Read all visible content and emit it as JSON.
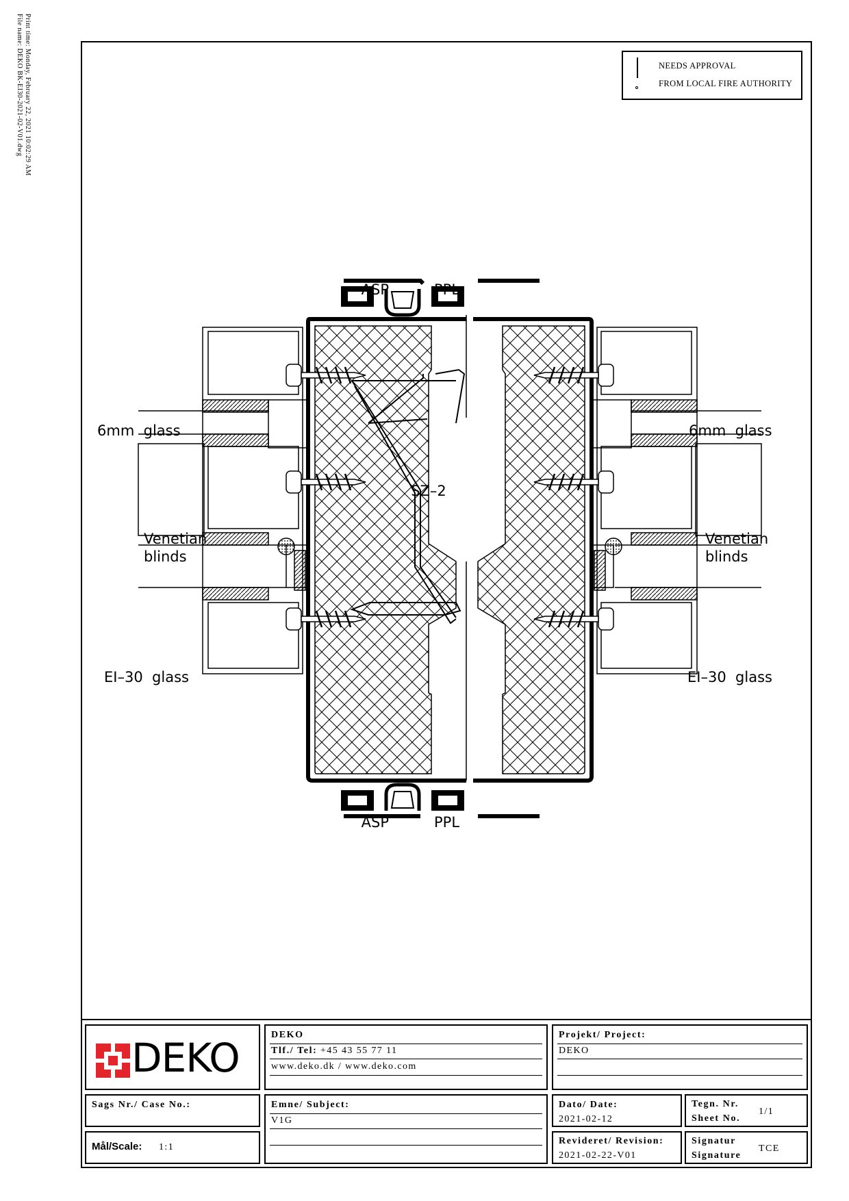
{
  "print_info": {
    "print_time": "Print time: Monday, February 22, 2021 10:02:29 AM",
    "file_name": "File name: DEKO BK-EI30-2021-02-V01.dwg"
  },
  "notice": {
    "line1": "NEEDS APPROVAL",
    "line2": "FROM LOCAL FIRE AUTHORITY"
  },
  "labels": {
    "asp_top": "ASP",
    "ppl_top": "PPL",
    "asp_bottom": "ASP",
    "ppl_bottom": "PPL",
    "glass_left": "6mm  glass",
    "glass_right": "6mm  glass",
    "sz": "SZ–2",
    "blinds_left_1": "Venetian",
    "blinds_left_2": "blinds",
    "blinds_right_1": "Venetian",
    "blinds_right_2": "blinds",
    "ei_left": "EI–30  glass",
    "ei_right": "EI–30  glass"
  },
  "title_block": {
    "logo_text": "DEKO",
    "company": {
      "name": "DEKO",
      "tel_label": "Tlf./ Tel:",
      "tel_value": "+45 43 55 77 11",
      "web": "www.deko.dk / www.deko.com"
    },
    "project": {
      "label": "Projekt/ Project:",
      "value": "DEKO"
    },
    "case": {
      "label": "Sags Nr./ Case No.:"
    },
    "subject": {
      "label": "Emne/ Subject:",
      "value": "V1G"
    },
    "date": {
      "label": "Dato/ Date:",
      "value": "2021-02-12"
    },
    "sheet": {
      "label1": "Tegn. Nr.",
      "label2": "Sheet No.",
      "value": "1/1"
    },
    "scale": {
      "label": "Mål/Scale:",
      "value": "1:1"
    },
    "revision": {
      "label": "Revideret/ Revision:",
      "value": "2021-02-22-V01"
    },
    "signature": {
      "label1": "Signatur",
      "label2": "Signature",
      "value": "TCE"
    }
  },
  "colors": {
    "logo_red": "#e3262b",
    "ink": "#000000"
  }
}
